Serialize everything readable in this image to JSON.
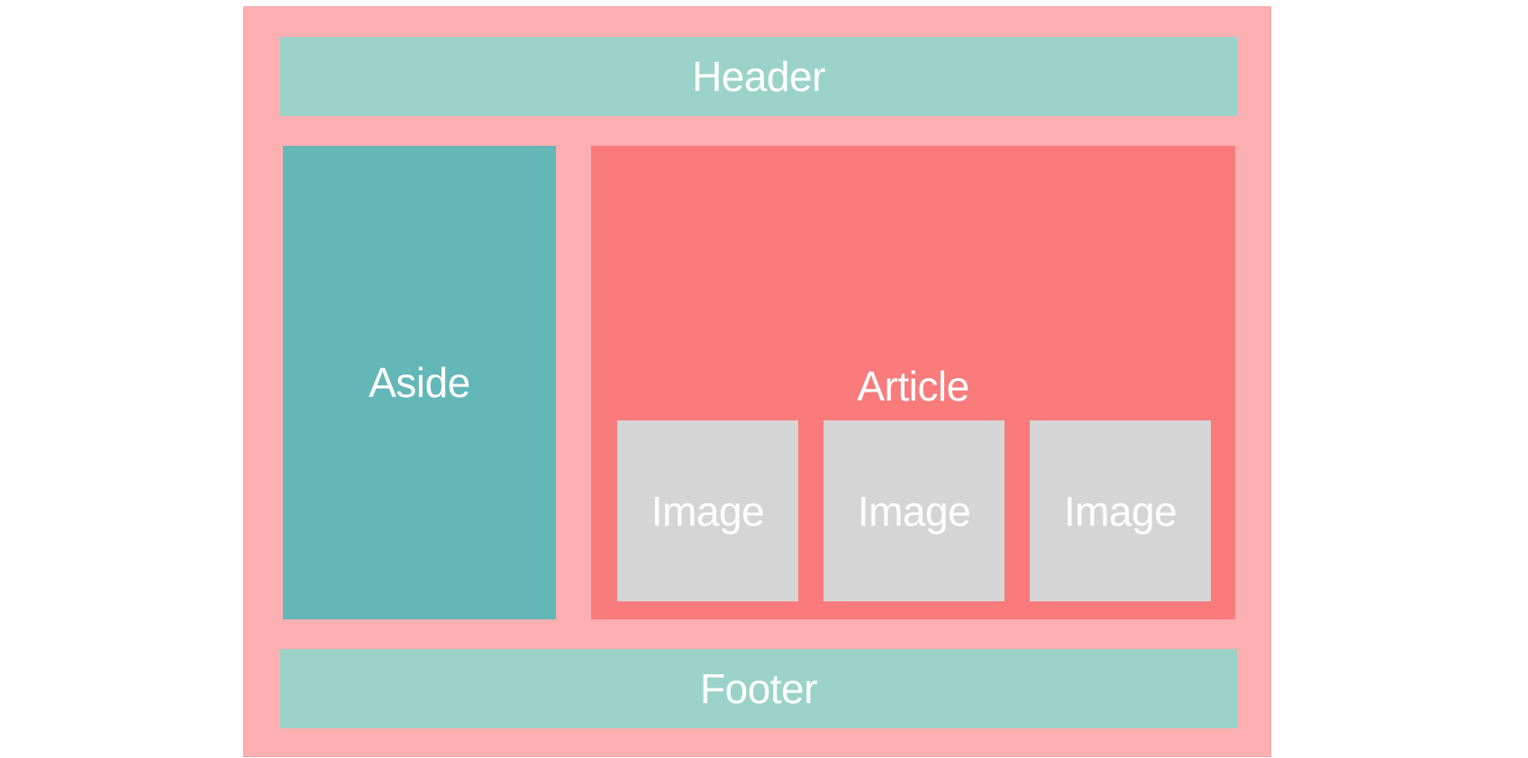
{
  "layout": {
    "header": {
      "label": "Header"
    },
    "aside": {
      "label": "Aside"
    },
    "article": {
      "label": "Article",
      "images": [
        {
          "label": "Image"
        },
        {
          "label": "Image"
        },
        {
          "label": "Image"
        }
      ]
    },
    "footer": {
      "label": "Footer"
    }
  },
  "colors": {
    "page_background": "#ffffff",
    "container": "#fdafb2",
    "header_footer": "#9bd3c9",
    "aside": "#63b7b7",
    "article": "#f97b7c",
    "image": "#d5d5d5",
    "text": "#ffffff"
  }
}
